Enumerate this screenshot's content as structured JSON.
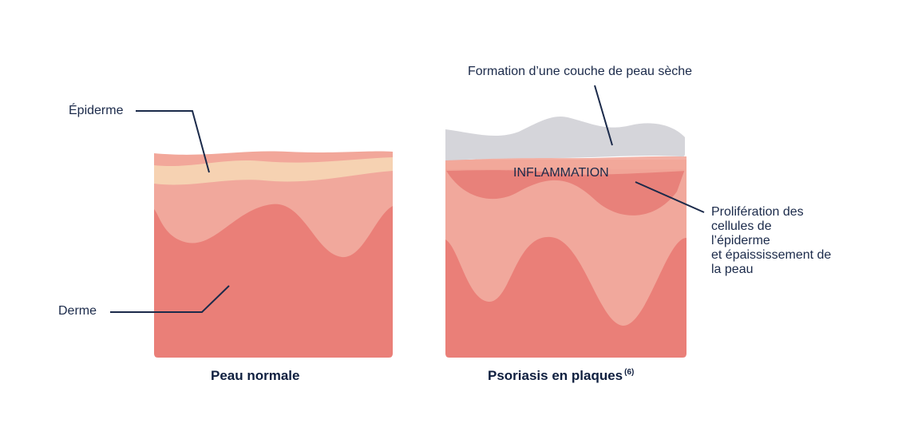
{
  "labels": {
    "epiderme": "Épiderme",
    "derme": "Derme",
    "couche_seche": "Formation d’une couche de peau sèche",
    "inflammation": "INFLAMMATION",
    "proliferation": [
      "Prolifération des",
      "cellules de",
      "l’épiderme",
      "et épaississement de",
      "la peau"
    ]
  },
  "captions": {
    "normal": "Peau normale",
    "psoriasis": "Psoriasis en plaques",
    "psoriasis_ref": "(6)"
  },
  "colors": {
    "derme": "#ea7f78",
    "middle_layer": "#f1a89c",
    "top_band": "#f2a79a",
    "epiderme_band": "#f6d2b2",
    "dry_layer": "#d5d5da",
    "inflammation": "#e8817a",
    "line": "#1b2a4a",
    "text": "#1b2a4a"
  }
}
